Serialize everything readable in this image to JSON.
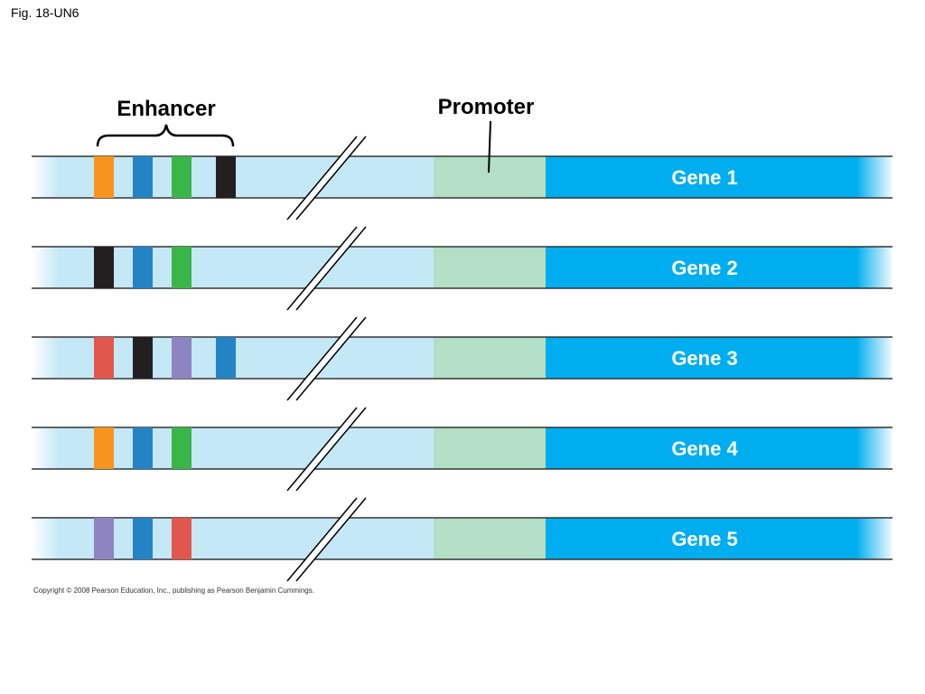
{
  "figure": {
    "caption": "Fig. 18-UN6",
    "copyright": "Copyright © 2008 Pearson Education, Inc., publishing as Pearson Benjamin Cummings."
  },
  "labels": {
    "enhancer": "Enhancer",
    "promoter": "Promoter"
  },
  "colors": {
    "dna_light": "#c5e8f7",
    "promoter": "#b2dfc5",
    "gene": "#00aeef",
    "orange": "#f7941d",
    "blue": "#2383c4",
    "green": "#39b54a",
    "black": "#231f20",
    "red": "#e2574c",
    "purple": "#8e84c2"
  },
  "genes": [
    {
      "label": "Gene 1",
      "elements": [
        "orange",
        "blue",
        "green",
        "black"
      ]
    },
    {
      "label": "Gene 2",
      "elements": [
        "black",
        "blue",
        "green"
      ]
    },
    {
      "label": "Gene 3",
      "elements": [
        "red",
        "black",
        "purple",
        "blue"
      ]
    },
    {
      "label": "Gene 4",
      "elements": [
        "orange",
        "blue",
        "green"
      ]
    },
    {
      "label": "Gene 5",
      "elements": [
        "purple",
        "blue",
        "red"
      ]
    }
  ]
}
